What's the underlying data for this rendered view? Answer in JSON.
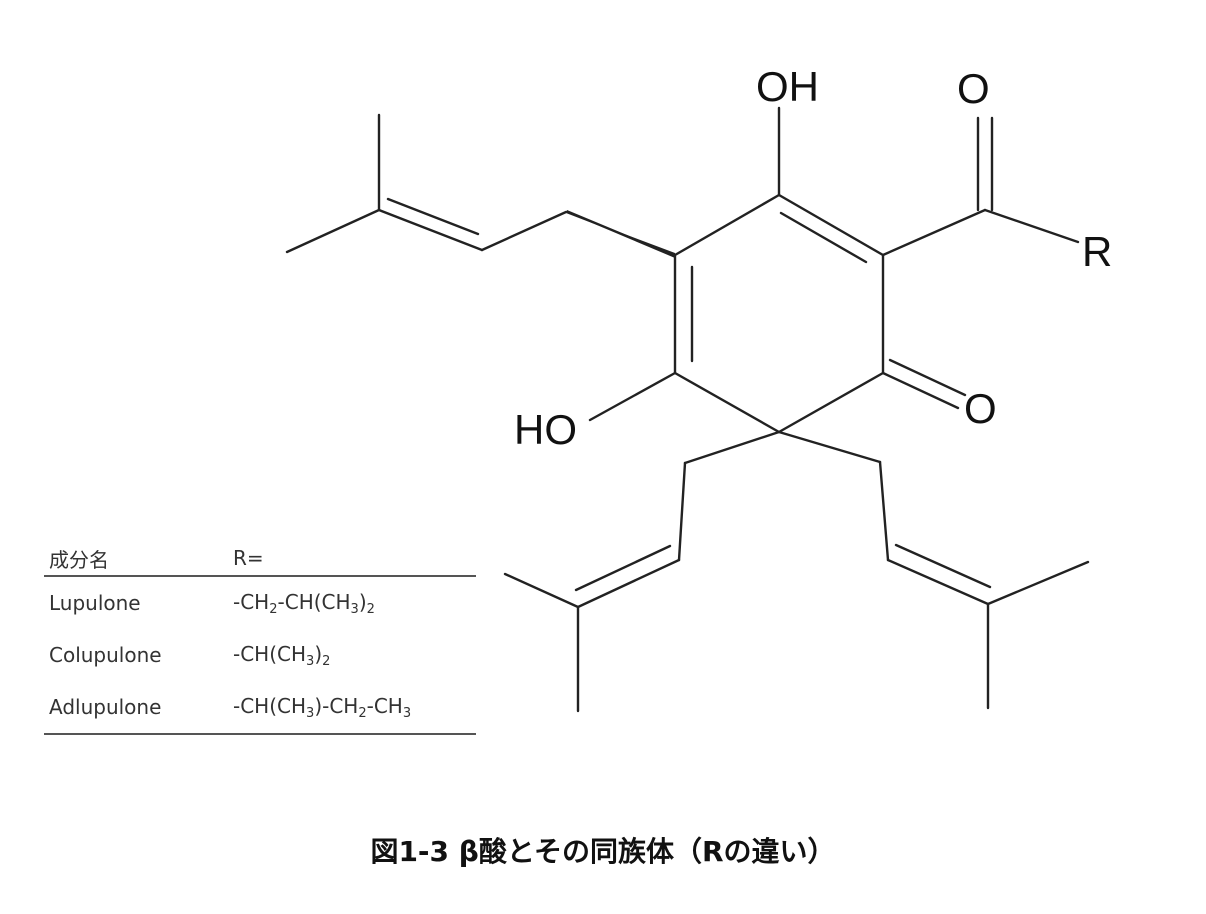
{
  "structure": {
    "labels": {
      "oh_top": "OH",
      "o_carbonyl": "O",
      "r_group": "R",
      "ho_left": "HO",
      "o_ring": "O"
    }
  },
  "table": {
    "header": {
      "name": "成分名",
      "r": "R="
    },
    "rows": [
      {
        "name": "Lupulone",
        "r": [
          {
            "t": "-CH"
          },
          {
            "sub": "2"
          },
          {
            "t": "-CH(CH"
          },
          {
            "sub": "3"
          },
          {
            "t": ")"
          },
          {
            "sub": "2"
          }
        ]
      },
      {
        "name": "Colupulone",
        "r": [
          {
            "t": "-CH(CH"
          },
          {
            "sub": "3"
          },
          {
            "t": ")"
          },
          {
            "sub": "2"
          }
        ]
      },
      {
        "name": "Adlupulone",
        "r": [
          {
            "t": "-CH(CH"
          },
          {
            "sub": "3"
          },
          {
            "t": ")-CH"
          },
          {
            "sub": "2"
          },
          {
            "t": "-CH"
          },
          {
            "sub": "3"
          }
        ]
      }
    ]
  },
  "caption": "図1-3 β酸とその同族体（Rの違い）"
}
